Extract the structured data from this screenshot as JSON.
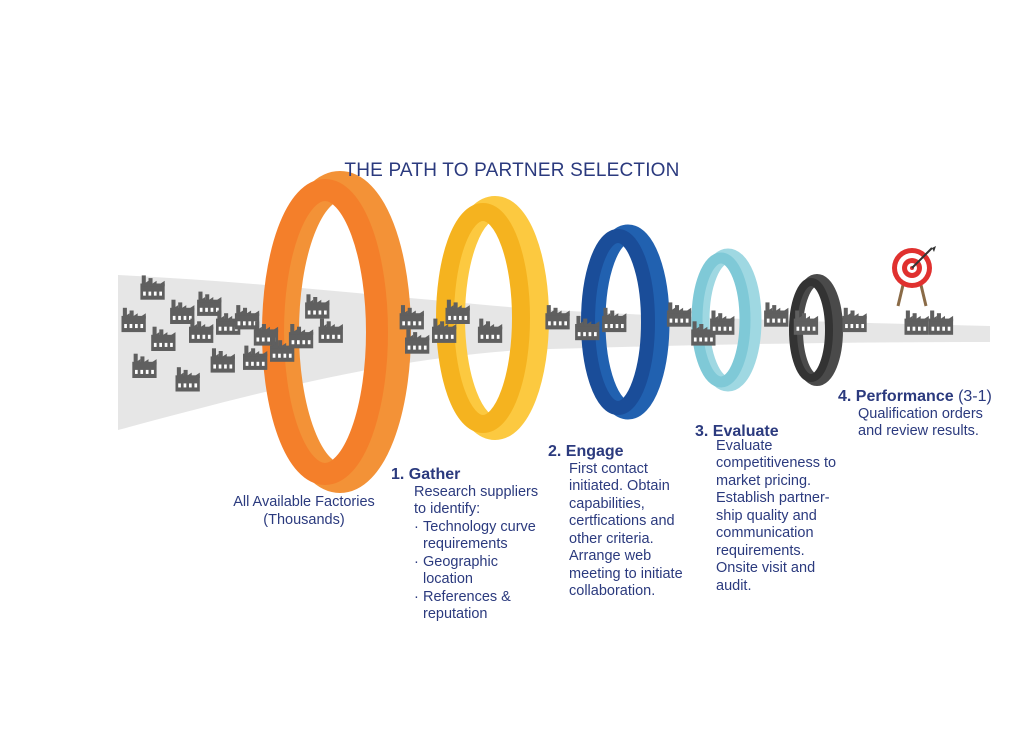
{
  "title": "THE PATH TO PARTNER SELECTION",
  "all_factories": {
    "line1": "All Available Factories",
    "line2": "(Thousands)"
  },
  "stages": {
    "gather": {
      "title": "1. Gather",
      "intro": [
        "Research suppliers",
        "to identify:"
      ],
      "bullets": [
        [
          "Technology curve",
          "requirements"
        ],
        [
          "Geographic",
          "location"
        ],
        [
          "References &",
          "reputation"
        ]
      ]
    },
    "engage": {
      "title": "2. Engage",
      "lines": [
        "First contact",
        "initiated. Obtain",
        "capabilities,",
        "certfications and",
        "other criteria.",
        "Arrange web",
        "meeting to initiate",
        "collaboration."
      ]
    },
    "evaluate": {
      "title": "3. Evaluate",
      "lines": [
        "Evaluate",
        "competitiveness to",
        "market pricing.",
        "Establish partner-",
        "ship quality and",
        "communication",
        "requirements.",
        "Onsite visit and",
        "audit."
      ]
    },
    "performance": {
      "title": "4. Performance",
      "title_suffix": "(3-1)",
      "lines": [
        "Qualification orders",
        "and review results."
      ]
    }
  },
  "colors": {
    "ring_gather_outer": "#f39237",
    "ring_gather_inner": "#f47f2a",
    "ring_engage_outer": "#fcc940",
    "ring_engage_inner": "#f5b31f",
    "ring_evaluate_outer": "#2161b0",
    "ring_evaluate_inner": "#1a4d99",
    "ring_perf_outer": "#9fd8e2",
    "ring_perf_inner": "#7fc9d7",
    "ring_final_outer": "#4a4a4a",
    "ring_final_inner": "#333333",
    "funnel": "#e6e6e6",
    "factory": "#5f5f5f",
    "text": "#2b3a7e",
    "target_red": "#e0312f"
  },
  "icons": [
    "factory-icon",
    "target-icon",
    "ring-icon"
  ]
}
